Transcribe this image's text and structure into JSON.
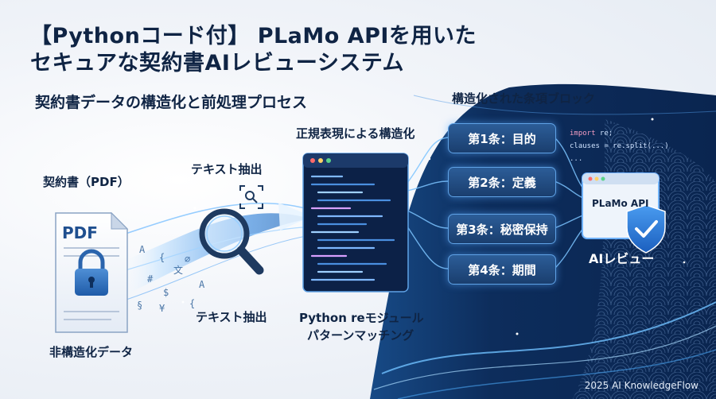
{
  "title_line1": "【Pythonコード付】 PLaMo APIを用いた",
  "title_line2": "セキュアな契約書AIレビューシステム",
  "subtitle": "契約書データの構造化と前処理プロセス",
  "pdf_section": {
    "label": "契約書（PDF）",
    "doc_text": "PDF",
    "caption": "非構造化データ"
  },
  "extract": {
    "label_top": "テキスト抽出",
    "label_bottom": "テキスト抽出"
  },
  "regex": {
    "label": "正規表現による構造化",
    "caption_line1": "Python reモジュール",
    "caption_line2": "パターンマッチング"
  },
  "clauses": {
    "label": "構造化された条項ブロック",
    "items": [
      "第1条：目的",
      "第2条：定義",
      "第3条：秘密保持",
      "第4条：期間"
    ]
  },
  "code": {
    "line1_kw": "import",
    "line1_rest": " re;",
    "line2": "clauses = re.split(...)",
    "line3": "..."
  },
  "api": {
    "window_title": "PLaMo API",
    "caption": "AIレビュー"
  },
  "footer": "2025 AI KnowledgeFlow",
  "colors": {
    "navy": "#0f2444",
    "deep_blue": "#0c2a57",
    "glow": "#5fb3ff",
    "clause_fill": "#234f86",
    "shield": "#2f7fe0"
  },
  "icons": [
    "pdf-document-icon",
    "lock-icon",
    "magnifier-icon",
    "scan-text-icon",
    "code-editor-icon",
    "shield-check-icon",
    "api-window-icon"
  ]
}
